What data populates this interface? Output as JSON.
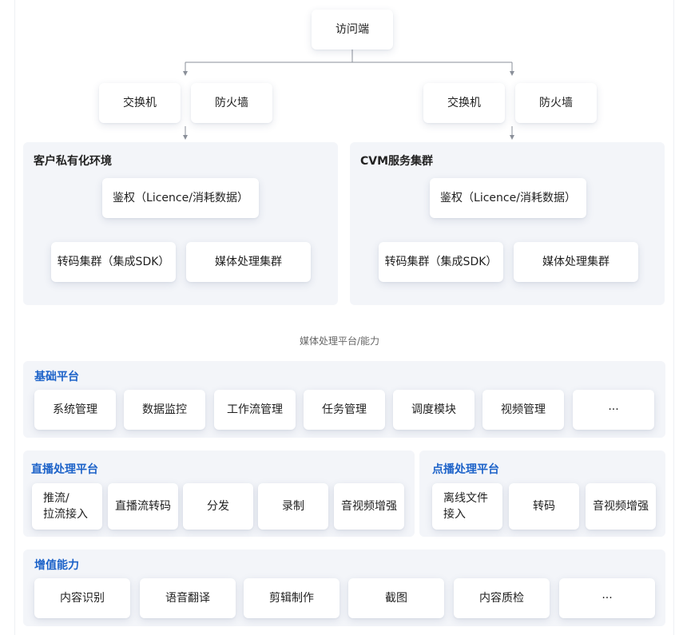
{
  "top": {
    "access": "访问端",
    "left_switch": "交换机",
    "left_firewall": "防火墙",
    "right_switch": "交换机",
    "right_firewall": "防火墙"
  },
  "private_env": {
    "title": "客户私有化环境",
    "auth": "鉴权（Licence/消耗数据）",
    "transcode": "转码集群（集成SDK）",
    "media": "媒体处理集群"
  },
  "cvm": {
    "title": "CVM服务集群",
    "auth": "鉴权（Licence/消耗数据）",
    "transcode": "转码集群（集成SDK）",
    "media": "媒体处理集群"
  },
  "platform_caption": "媒体处理平台/能力",
  "base": {
    "title": "基础平台",
    "items": [
      "系统管理",
      "数据监控",
      "工作流管理",
      "任务管理",
      "调度模块",
      "视频管理",
      "···"
    ]
  },
  "live": {
    "title": "直播处理平台",
    "items": [
      "推流/\n拉流接入",
      "直播流转码",
      "分发",
      "录制",
      "音视频增强"
    ]
  },
  "vod": {
    "title": "点播处理平台",
    "items": [
      "离线文件\n接入",
      "转码",
      "音视频增强"
    ]
  },
  "value": {
    "title": "增值能力",
    "items": [
      "内容识别",
      "语音翻译",
      "剪辑制作",
      "截图",
      "内容质检",
      "···"
    ]
  },
  "colors": {
    "accent": "#1d63c9",
    "group_bg": "#f3f5f9",
    "line": "#8a8f99"
  }
}
